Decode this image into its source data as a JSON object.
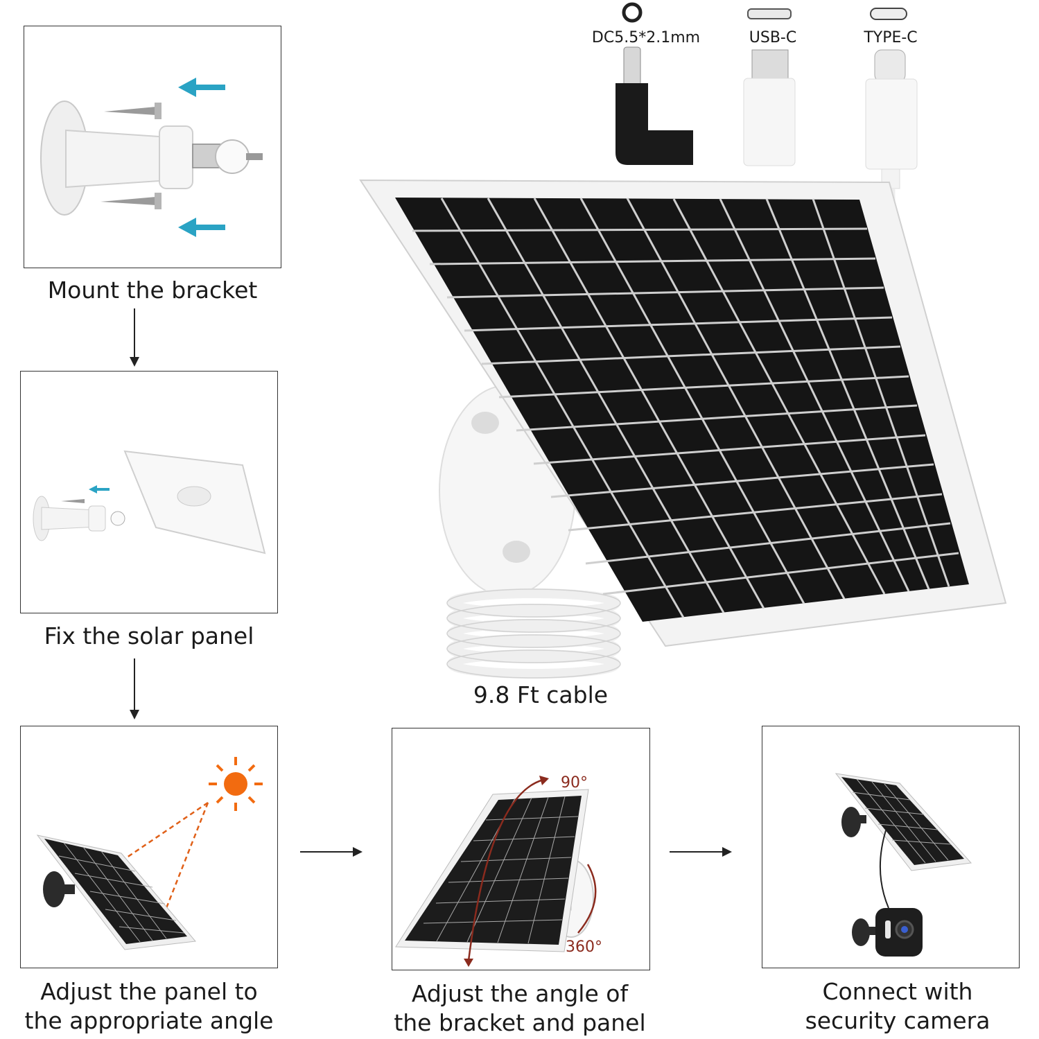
{
  "steps": {
    "mount_bracket": "Mount the bracket",
    "fix_panel": "Fix the solar panel",
    "adjust_panel_line1": "Adjust the panel to",
    "adjust_panel_line2": "the appropriate angle",
    "adjust_bracket_line1": "Adjust the angle of",
    "adjust_bracket_line2": "the bracket and panel",
    "connect_line1": "Connect with",
    "connect_line2": "security camera"
  },
  "connectors": {
    "dc": "DC5.5*2.1mm",
    "usb_c": "USB-C",
    "type_c": "TYPE-C"
  },
  "cable_label": "9.8 Ft cable",
  "angles": {
    "tilt": "90°",
    "rotate": "360°"
  },
  "colors": {
    "arrow_teal": "#2aa3c4",
    "sun_orange": "#f26b10",
    "panel_cell": "#141414",
    "frame_white": "#f3f3f3"
  }
}
